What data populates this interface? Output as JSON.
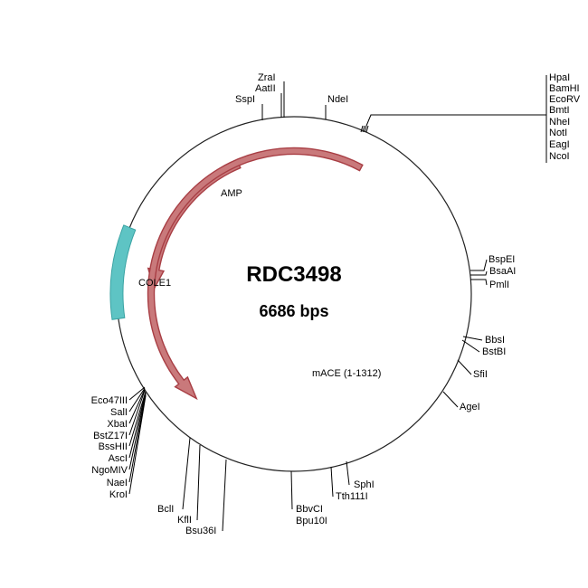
{
  "plasmid": {
    "name": "RDC3498",
    "size_label": "6686 bps",
    "length_bp": 6686
  },
  "colors": {
    "backbone": "#222222",
    "cds_fill": "#c9797b",
    "cds_stroke": "#a83e44",
    "ori_fill": "#5ec4c4",
    "ori_stroke": "#3aa3a3"
  },
  "features": [
    {
      "id": "amp",
      "name": "AMP",
      "type": "arrow",
      "strand": "reverse"
    },
    {
      "id": "mace",
      "name": "mACE (1-1312)",
      "type": "arrow",
      "strand": "reverse"
    },
    {
      "id": "cole1",
      "name": "COLE1",
      "type": "origin"
    }
  ],
  "sites": {
    "top_left": [
      "ZraI",
      "AatII",
      "SspI"
    ],
    "top": [
      "NdeI"
    ],
    "top_right": [
      "HpaI",
      "BamHI",
      "EcoRV",
      "BmtI",
      "NheI",
      "NotI",
      "EagI",
      "NcoI"
    ],
    "right_upper": [
      "BspEI",
      "BsaAI",
      "PmlI"
    ],
    "right_mid": [
      "BbsI",
      "BstBI"
    ],
    "right_single": [
      "SfiI",
      "AgeI"
    ],
    "bottom_right": [
      "SphI",
      "Tth111I"
    ],
    "bottom_center": [
      "BbvCI",
      "Bpu10I"
    ],
    "bottom_left": [
      "BclI",
      "KflI",
      "Bsu36I"
    ],
    "left_cluster": [
      "Eco47III",
      "SalI",
      "XbaI",
      "BstZ17I",
      "BssHII",
      "AscI",
      "NgoMIV",
      "NaeI",
      "KroI"
    ]
  }
}
